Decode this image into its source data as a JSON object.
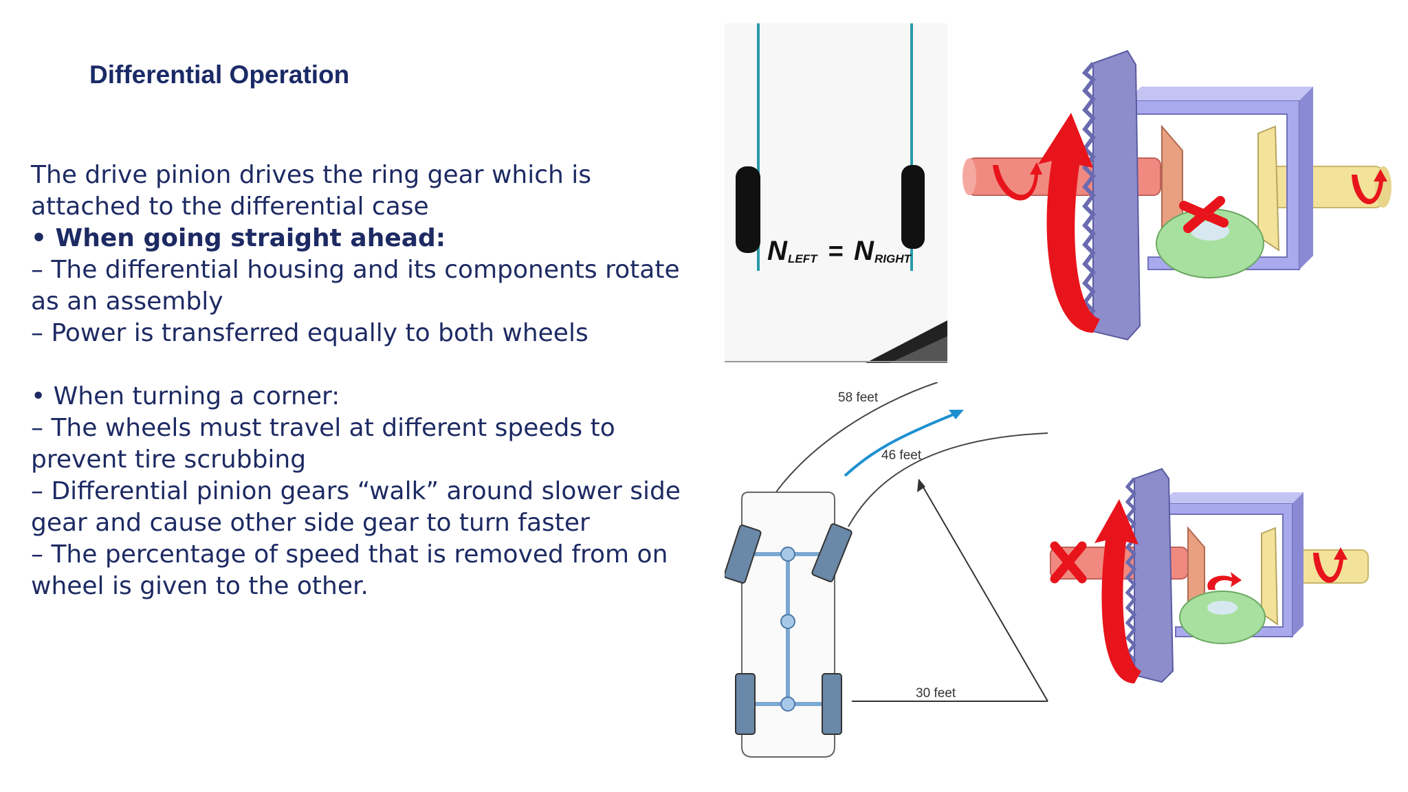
{
  "slide": {
    "title": "Differential Operation"
  },
  "body": {
    "p1_l1": "The drive pinion drives the ring gear which is",
    "p1_l2": "attached to the differential case",
    "b1": "• When going straight ahead:",
    "b1_l1": "– The differential housing and its components rotate",
    "b1_l2": "as an assembly",
    "b1_l3": "– Power is transferred equally to both wheels",
    "b2": "• When turning a corner:",
    "b2_l1": "– The wheels must travel at different speeds to",
    "b2_l2": "prevent tire scrubbing",
    "b2_l3": "– Differential pinion gears “walk” around slower side",
    "b2_l4": "gear and cause other side gear to turn faster",
    "b2_l5": "– The percentage of speed that is removed from on",
    "b2_l6": "wheel is given to the other."
  },
  "figures": {
    "straight_wheels": {
      "n_left": "N",
      "n_left_sub": "LEFT",
      "equals": "=",
      "n_right": "N",
      "n_right_sub": "RIGHT"
    },
    "turning_car": {
      "outer_distance": "58 feet",
      "inner_distance": "46 feet",
      "radius": "30 feet"
    }
  },
  "colors": {
    "title": "#1a2a66",
    "body_text": "#1d2a63",
    "housing": "#a9a9ee",
    "ring_gear": "#8d8dcc",
    "arrow_red": "#e8141c",
    "axle_left": "#f08a80",
    "axle_right": "#f2e29a",
    "pinion_green": "#a8e0a0",
    "side_gear_salmon": "#e8a080",
    "road_line": "#2a9aa8",
    "motion_arrow": "#1e90d0"
  },
  "icons": [
    "red-x-icon",
    "rotation-arrow-icon",
    "motion-arrow-icon"
  ]
}
